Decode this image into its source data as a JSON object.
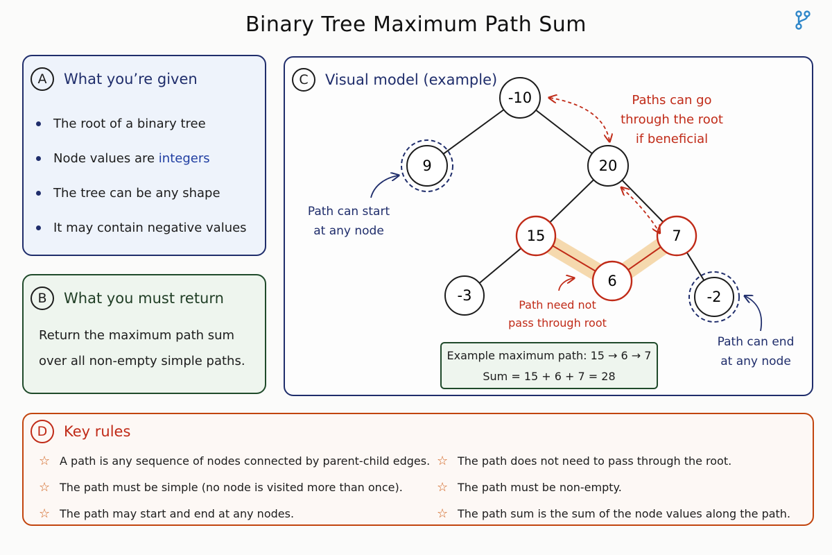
{
  "title": "Binary Tree Maximum Path Sum",
  "logo_icon": "branch-icon",
  "panel_a": {
    "badge": "A",
    "heading": "What you’re given",
    "items": [
      {
        "text": "The root of a binary tree",
        "highlight": ""
      },
      {
        "text": "Node values are ",
        "highlight": "integers"
      },
      {
        "text": "The tree can be any shape",
        "highlight": ""
      },
      {
        "text": "It may contain negative values",
        "highlight": ""
      }
    ]
  },
  "panel_b": {
    "badge": "B",
    "heading": "What you must return",
    "text": "Return the maximum path sum over all non-empty simple paths."
  },
  "panel_c": {
    "badge": "C",
    "heading": "Visual model (example)",
    "nodes": [
      {
        "id": "n-10",
        "label": "-10",
        "role": "normal"
      },
      {
        "id": "n9",
        "label": "9",
        "role": "dashed"
      },
      {
        "id": "n20",
        "label": "20",
        "role": "normal"
      },
      {
        "id": "n15",
        "label": "15",
        "role": "path"
      },
      {
        "id": "n7",
        "label": "7",
        "role": "path"
      },
      {
        "id": "n6",
        "label": "6",
        "role": "path"
      },
      {
        "id": "n-3",
        "label": "-3",
        "role": "normal"
      },
      {
        "id": "n-2",
        "label": "-2",
        "role": "dashed"
      }
    ],
    "notes": {
      "root": "Paths can go through the root if beneficial",
      "start": "Path can start at any node",
      "not_root": "Path need not pass through root",
      "end": "Path can end at any node"
    },
    "example": {
      "line1": "Example maximum path: 15 → 6 → 7",
      "line2": "Sum = 15 + 6 + 7 = 28"
    }
  },
  "panel_d": {
    "badge": "D",
    "heading": "Key rules",
    "left": [
      "A path is any sequence of nodes connected by parent-child edges.",
      "The path must be simple (no node is visited more than once).",
      "The path may start and end at any nodes."
    ],
    "right": [
      "The path does not need to pass through the root.",
      "The path must be non-empty.",
      "The path sum is the sum of the node values along the path."
    ],
    "bullet_icon": "star-icon"
  },
  "colors": {
    "navy": "#1f2d6b",
    "green": "#1f4a2a",
    "red": "#c02a17",
    "orange": "#c2450e",
    "path_highlight": "#f3cf9a"
  }
}
